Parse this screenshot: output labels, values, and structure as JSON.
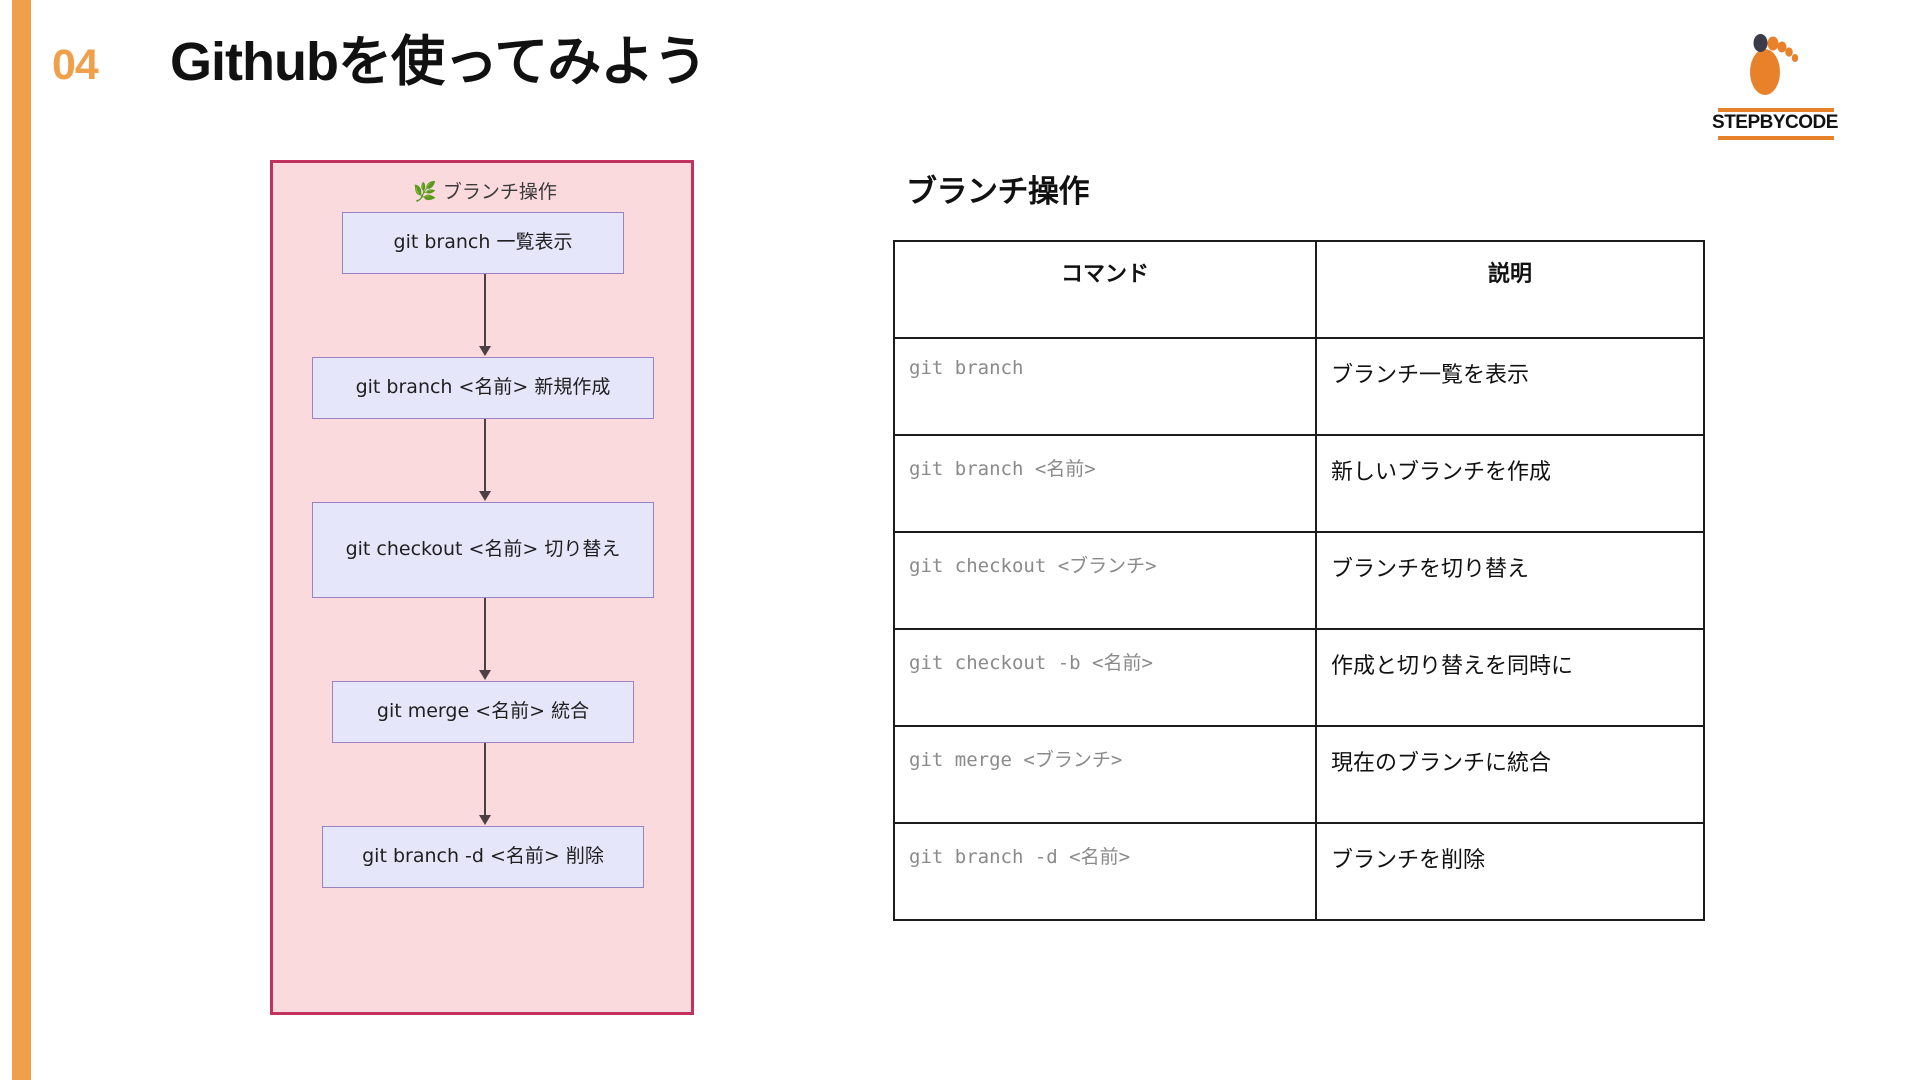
{
  "slide": {
    "number": "04",
    "title": "Githubを使ってみよう",
    "accent_color": "#f0a04b"
  },
  "logo": {
    "name": "STEPBYCODE",
    "icon": "footprint-icon",
    "color": "#e8812a"
  },
  "flowchart": {
    "title": "ブランチ操作",
    "title_icon": "🌿",
    "panel_bg": "#fadadd",
    "panel_border": "#c2325f",
    "box_bg": "#e6e6fa",
    "box_border": "#9a82c4",
    "steps": [
      {
        "label": "git branch 一覧表示"
      },
      {
        "label": "git branch <名前> 新規作成"
      },
      {
        "label": "git checkout <名前> 切り替え"
      },
      {
        "label": "git merge <名前> 統合"
      },
      {
        "label": "git branch -d <名前> 削除"
      }
    ]
  },
  "table": {
    "heading": "ブランチ操作",
    "columns": [
      "コマンド",
      "説明"
    ],
    "rows": [
      {
        "command": "git branch",
        "description": "ブランチ一覧を表示"
      },
      {
        "command": "git branch <名前>",
        "description": "新しいブランチを作成"
      },
      {
        "command": "git checkout <ブランチ>",
        "description": "ブランチを切り替え"
      },
      {
        "command": "git checkout -b <名前>",
        "description": "作成と切り替えを同時に"
      },
      {
        "command": "git merge <ブランチ>",
        "description": "現在のブランチに統合"
      },
      {
        "command": "git branch -d <名前>",
        "description": "ブランチを削除"
      }
    ]
  }
}
